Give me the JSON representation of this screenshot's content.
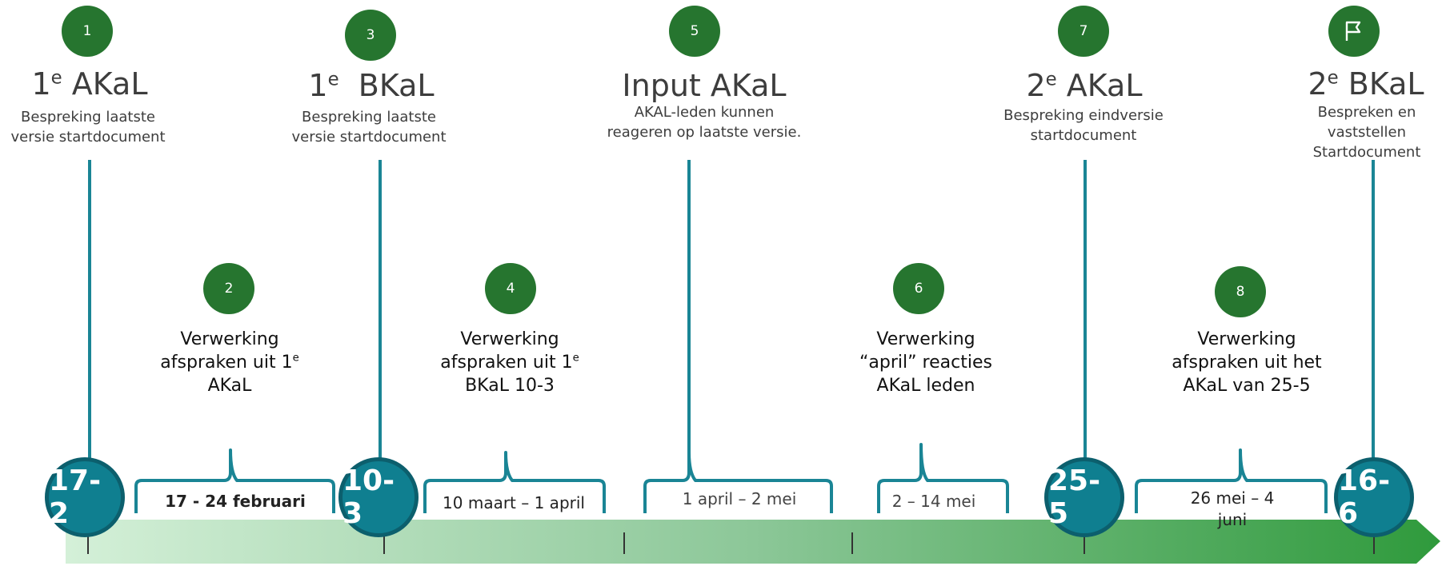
{
  "milestones": [
    {
      "badge": "1",
      "title_main": "1",
      "title_sup": "e",
      "title_rest": " AKaL",
      "subtitle_1": "Bespreking laatste",
      "subtitle_2": "versie startdocument",
      "date": "17-2"
    },
    {
      "badge": "3",
      "title_main": "1",
      "title_sup": "e",
      "title_rest": "  BKaL",
      "subtitle_1": "Bespreking laatste",
      "subtitle_2": "versie startdocument",
      "date": "10-3"
    },
    {
      "badge": "5",
      "title_main": "Input AKaL",
      "subtitle_1": "AKAL-leden kunnen",
      "subtitle_2": "reageren op laatste versie."
    },
    {
      "badge": "7",
      "title_main": "2",
      "title_sup": "e",
      "title_rest": " AKaL",
      "subtitle_1": "Bespreking eindversie",
      "subtitle_2": "startdocument",
      "date": "25-5"
    },
    {
      "badge_icon": "flag-icon",
      "title_main": "2",
      "title_sup": "e",
      "title_rest": " BKaL",
      "subtitle_1": "Bespreken en vaststellen",
      "subtitle_2": "Startdocument",
      "date": "16-6"
    }
  ],
  "phases": [
    {
      "badge": "2",
      "line_1": "Verwerking",
      "line_2_main": "afspraken uit 1",
      "line_2_sup": "e",
      "line_3": "AKaL",
      "range": "17 - 24 februari"
    },
    {
      "badge": "4",
      "line_1": "Verwerking",
      "line_2_main": "afspraken uit 1",
      "line_2_sup": "e",
      "line_3": "BKaL 10-3",
      "range": "10 maart – 1 april"
    },
    {
      "range": "1 april – 2 mei"
    },
    {
      "badge": "6",
      "line_1": "Verwerking",
      "line_2_main": "“april” reacties",
      "line_3": "AKaL leden",
      "range": "2 – 14 mei"
    },
    {
      "badge": "8",
      "line_1": "Verwerking",
      "line_2_main": "afspraken uit het",
      "line_3": "AKaL van 25-5",
      "range_1": "26 mei – 4",
      "range_2": "juni"
    }
  ],
  "colors": {
    "badge_green": "#26752f",
    "teal": "#0f7f90",
    "arrow_light": "#d4f0d8",
    "arrow_dark": "#2f9a3c"
  }
}
